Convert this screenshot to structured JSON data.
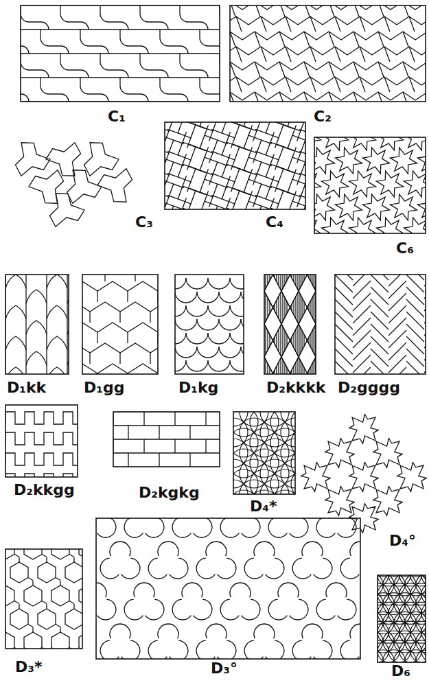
{
  "diagram": {
    "labels": [
      "C₁",
      "C₂",
      "C₃",
      "C₄",
      "C₆",
      "D₁kk",
      "D₁gg",
      "D₁kg",
      "D₂kkkk",
      "D₂gggg",
      "D₂kkgg",
      "D₂kgkg",
      "D₄*",
      "D₄°",
      "D₃*",
      "D₃°",
      "D₆"
    ]
  }
}
